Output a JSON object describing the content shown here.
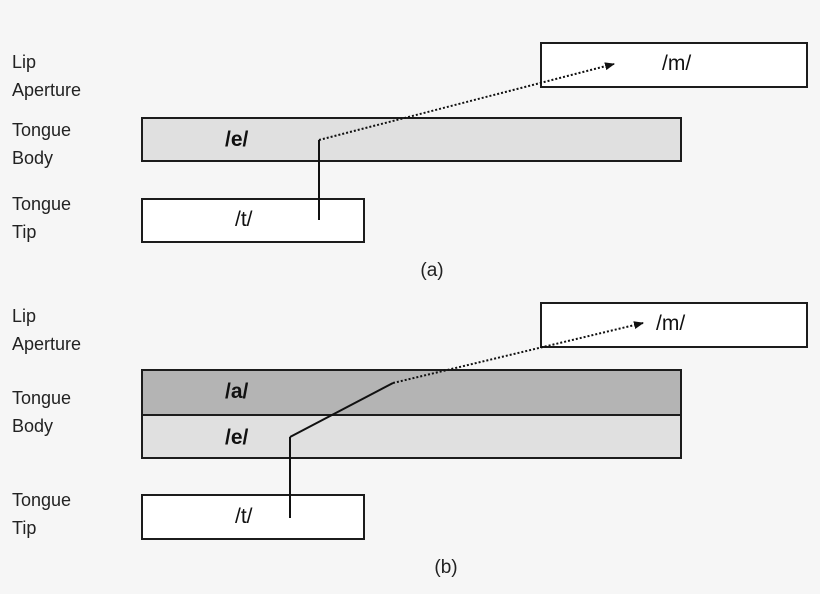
{
  "panel_a": {
    "caption": "(a)",
    "tiers": {
      "lip": "Lip\nAperture",
      "body": "Tongue\nBody",
      "tip": "Tongue\nTip"
    },
    "boxes": {
      "lip": "/m/",
      "body": "/e/",
      "tip": "/t/"
    }
  },
  "panel_b": {
    "caption": "(b)",
    "tiers": {
      "lip": "Lip\nAperture",
      "body": "Tongue\nBody",
      "tip": "Tongue\nTip"
    },
    "boxes": {
      "lip": "/m/",
      "body_upper": "/a/",
      "body_lower": "/e/",
      "tip": "/t/"
    }
  }
}
